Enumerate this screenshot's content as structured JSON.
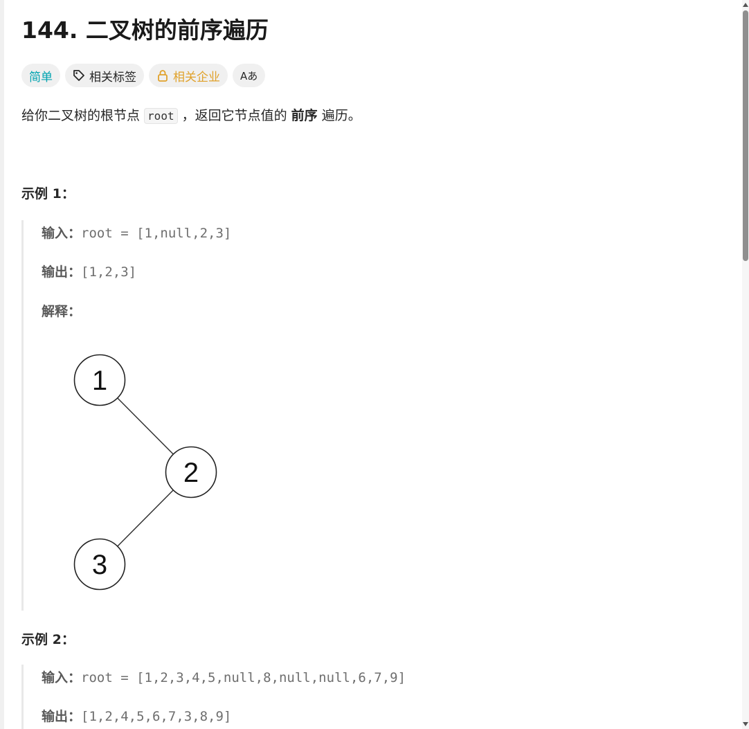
{
  "problem": {
    "title": "144. 二叉树的前序遍历"
  },
  "tags": {
    "difficulty": "简单",
    "topics": "相关标签",
    "companies": "相关企业",
    "translate_icon": "Aあ"
  },
  "description": {
    "part1": "给你二叉树的根节点 ",
    "code": "root",
    "part2": " ，返回它节点值的 ",
    "bold": "前序",
    "part3": " 遍历。"
  },
  "example1": {
    "title": "示例 1：",
    "input_label": "输入：",
    "input_value": "root = [1,null,2,3]",
    "output_label": "输出：",
    "output_value": "[1,2,3]",
    "explain_label": "解释：",
    "tree": {
      "nodes": [
        {
          "id": "n1",
          "label": "1"
        },
        {
          "id": "n2",
          "label": "2"
        },
        {
          "id": "n3",
          "label": "3"
        }
      ],
      "edges": [
        [
          "n1",
          "n2"
        ],
        [
          "n2",
          "n3"
        ]
      ]
    }
  },
  "example2": {
    "title": "示例 2：",
    "input_label": "输入：",
    "input_value": "root = [1,2,3,4,5,null,8,null,null,6,7,9]",
    "output_label": "输出：",
    "output_value": "[1,2,4,5,6,7,3,8,9]"
  },
  "icons": {
    "tag": "tag-icon",
    "lock": "lock-icon",
    "translate": "translate-icon"
  },
  "colors": {
    "easy": "#00a3b0",
    "company": "#e0a12a"
  }
}
